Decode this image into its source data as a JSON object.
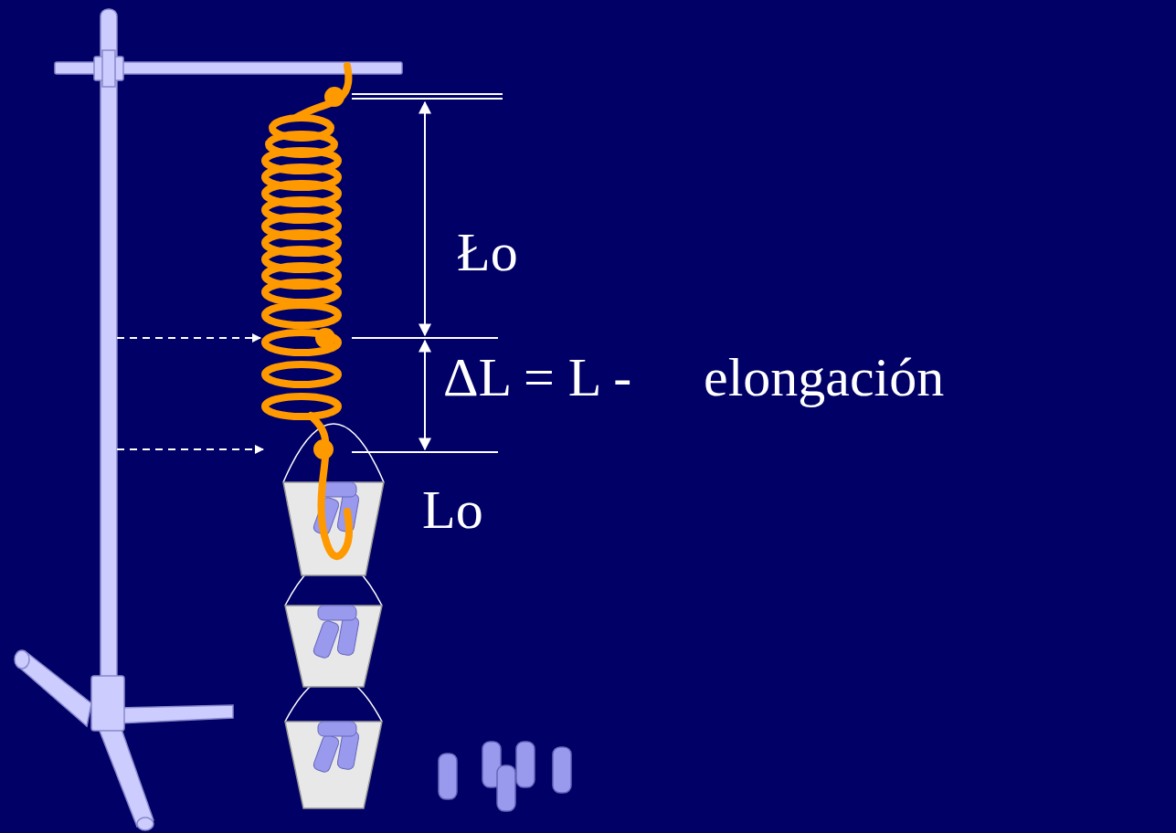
{
  "diagram": {
    "labels": [
      "Ło",
      "ΔL = L -",
      "elongación",
      "Lo"
    ]
  }
}
